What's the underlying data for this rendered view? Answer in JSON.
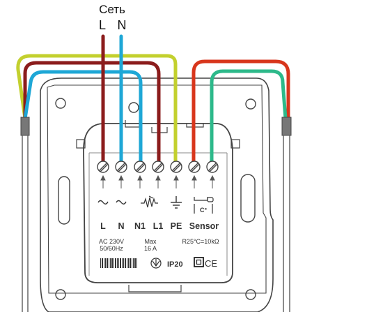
{
  "title": {
    "network": "Сеть",
    "l": "L",
    "n": "N"
  },
  "terminals": {
    "labels": [
      "L",
      "N",
      "N1",
      "L1",
      "PE",
      "Sensor"
    ],
    "sensor_unit": "C°"
  },
  "specs": {
    "voltage": "AC 230V",
    "frequency": "50/60Hz",
    "max_label": "Max",
    "max_current": "16 A",
    "sensor_spec": "R25°C=10kΩ",
    "ip_rating": "IP20",
    "ce_mark": "CE"
  },
  "icons": {
    "ac": "tilde-icon",
    "heater": "heating-element-icon",
    "ground": "ground-icon",
    "sensor": "sensor-icon",
    "recycle": "recycle-icon",
    "class2": "double-insulation-icon",
    "barcode": "barcode-icon"
  },
  "colors": {
    "brown": "#8b1c1c",
    "blue": "#1ea7d6",
    "yellow": "#c3d02e",
    "red": "#d8361c",
    "green": "#2db98a",
    "frame": "#444444"
  }
}
